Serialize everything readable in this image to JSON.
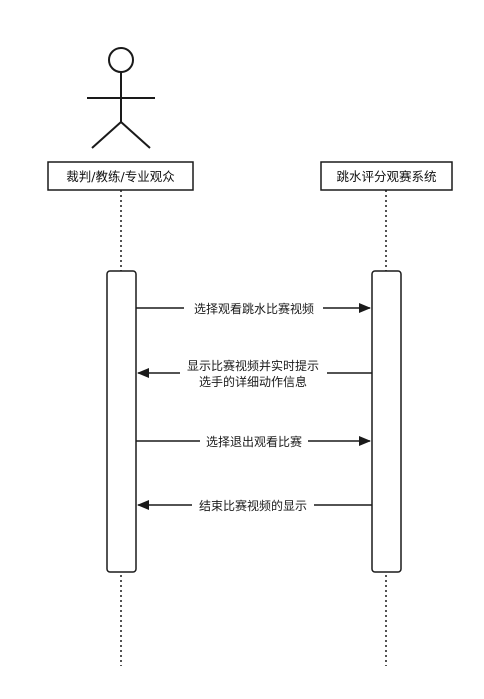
{
  "actors": [
    {
      "name": "裁判/教练/专业观众"
    },
    {
      "name": "跳水评分观赛系统"
    }
  ],
  "messages": [
    {
      "lines": [
        "选择观看跳水比赛视频"
      ],
      "direction": "right"
    },
    {
      "lines": [
        "显示比赛视频并实时提示",
        "选手的详细动作信息"
      ],
      "direction": "left"
    },
    {
      "lines": [
        "选择退出观看比赛"
      ],
      "direction": "right"
    },
    {
      "lines": [
        "结束比赛视频的显示"
      ],
      "direction": "left"
    }
  ]
}
